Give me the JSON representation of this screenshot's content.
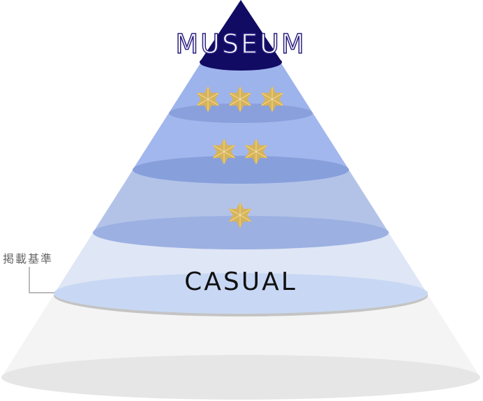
{
  "diagram": {
    "label_criteria": "掲載基準",
    "levels": [
      {
        "name": "MUSEUM",
        "stars": 0
      },
      {
        "name": "",
        "stars": 3
      },
      {
        "name": "",
        "stars": 2
      },
      {
        "name": "",
        "stars": 1
      },
      {
        "name": "CASUAL",
        "stars": 0
      },
      {
        "name": "",
        "stars": 0
      }
    ],
    "colors": {
      "navy": "#110b63",
      "star": "#d9b354",
      "label": "#666666"
    }
  }
}
